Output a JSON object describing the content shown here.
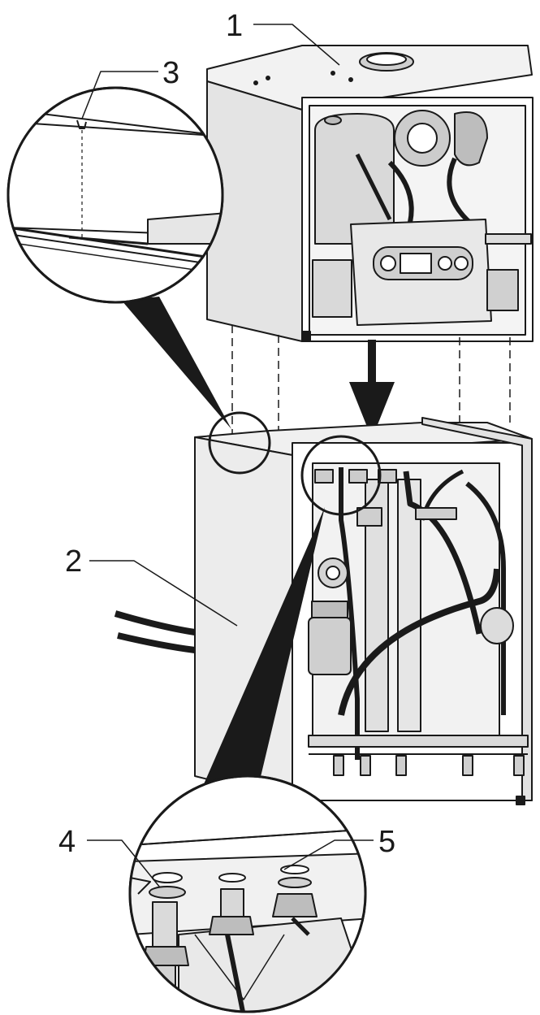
{
  "figure": {
    "callouts": [
      {
        "id": "1",
        "label": "1"
      },
      {
        "id": "2",
        "label": "2"
      },
      {
        "id": "3",
        "label": "3"
      },
      {
        "id": "4",
        "label": "4"
      },
      {
        "id": "5",
        "label": "5"
      }
    ]
  },
  "colors": {
    "line": "#1a1a1a",
    "fill_light": "#efefef",
    "fill_mid": "#d6d6d6",
    "fill_dark": "#9a9a9a",
    "background": "#ffffff"
  }
}
